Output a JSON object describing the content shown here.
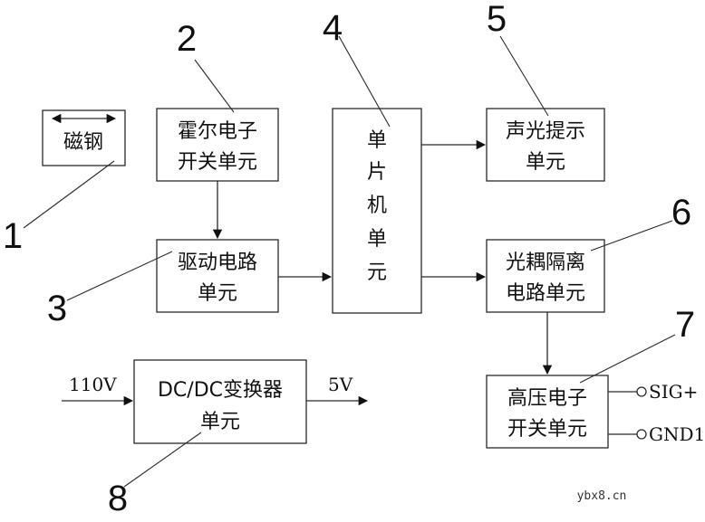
{
  "blocks": {
    "magnet": "磁钢",
    "hall": [
      "霍尔电子",
      "开关单元"
    ],
    "driver": [
      "驱动电路",
      "单元"
    ],
    "mcu": [
      "单",
      "片",
      "机",
      "单",
      "元"
    ],
    "alarm": [
      "声光提示",
      "单元"
    ],
    "optocoupler": [
      "光耦隔离",
      "电路单元"
    ],
    "hv_switch": [
      "高压电子",
      "开关单元"
    ],
    "dcdc": [
      "DC/DC变换器",
      "单元"
    ]
  },
  "signals": {
    "input_voltage": "110V",
    "output_voltage": "5V",
    "sig_plus": "SIG+",
    "gnd1": "GND1"
  },
  "callouts": [
    "1",
    "2",
    "3",
    "4",
    "5",
    "6",
    "7",
    "8"
  ],
  "watermark": "ybx8.cn"
}
